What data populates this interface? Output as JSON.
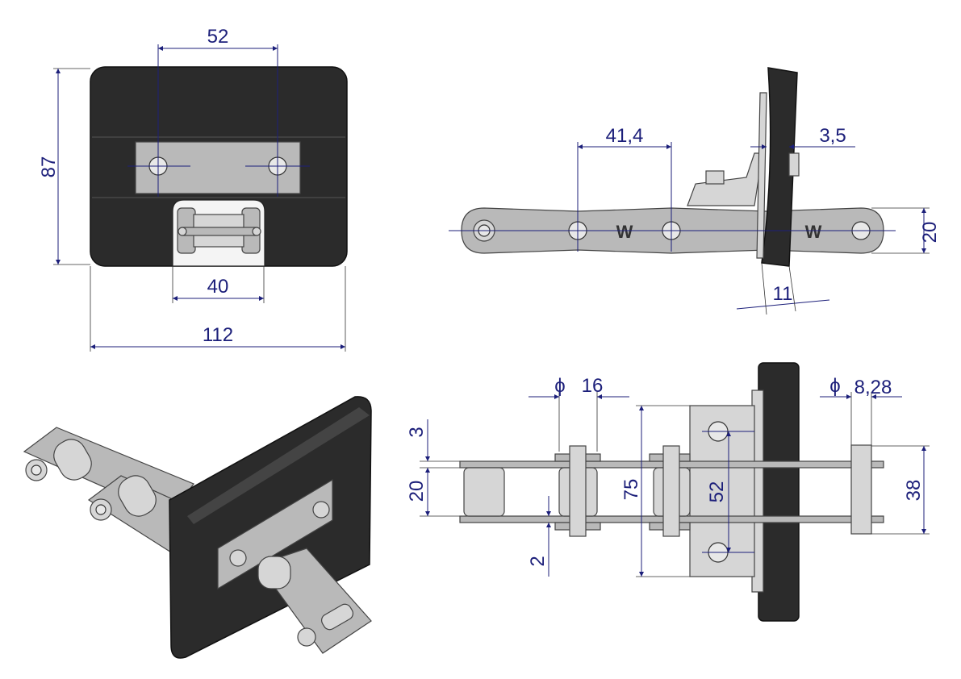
{
  "front_view": {
    "dim_hole_spacing": "52",
    "dim_height": "87",
    "dim_notch_width": "40",
    "dim_width": "112"
  },
  "side_view": {
    "dim_pitch": "41,4",
    "dim_plate_thickness": "3,5",
    "dim_link_height": "20",
    "dim_pad_thickness": "11",
    "logo": "W"
  },
  "top_view": {
    "dim_roller_dia_symbol": "ϕ",
    "dim_roller_dia": "16",
    "dim_pin_dia_symbol": "ϕ",
    "dim_pin_dia": "8,28",
    "dim_plate_3": "3",
    "dim_inner_20": "20",
    "dim_gap_2": "2",
    "dim_bracket_75": "75",
    "dim_hole_52": "52",
    "dim_width_38": "38"
  },
  "colors": {
    "dimension": "#1c1f7a",
    "pad": "#2b2b2b",
    "steel": "#b9b9b9"
  }
}
